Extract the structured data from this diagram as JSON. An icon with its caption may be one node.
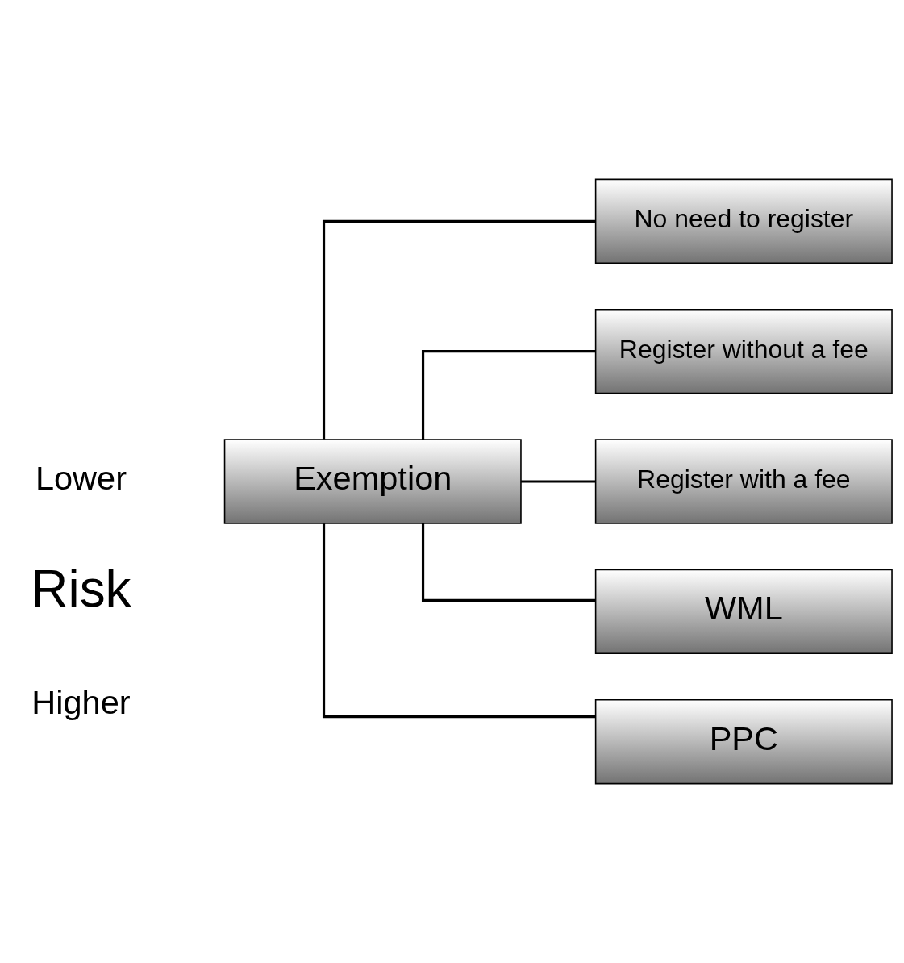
{
  "diagram": {
    "nodes": [
      {
        "text": [
          "Exemption"
        ]
      },
      {
        "text": [
          "No need to register"
        ]
      },
      {
        "text": [
          "Register without a fee"
        ]
      },
      {
        "text": [
          "Register with a fee"
        ]
      },
      {
        "text": [
          "WML"
        ]
      },
      {
        "text": [
          "PPC"
        ]
      }
    ],
    "edges": [
      {
        "from": 0,
        "to": 1,
        "arrow": "none"
      },
      {
        "from": 0,
        "to": 2,
        "arrow": "none"
      },
      {
        "from": 0,
        "to": 3,
        "arrow": "none"
      },
      {
        "from": 0,
        "to": 4,
        "arrow": "none"
      },
      {
        "from": 0,
        "to": 5,
        "arrow": "none"
      }
    ],
    "labels": [
      "Lower",
      "Risk",
      "Higher"
    ]
  }
}
